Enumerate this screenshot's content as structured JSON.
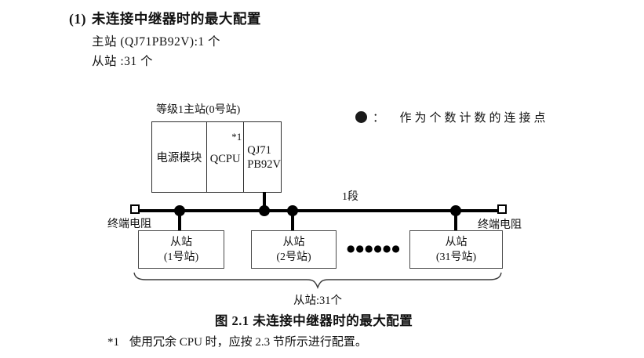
{
  "section": {
    "index": "(1)",
    "title": "未连接中继器时的最大配置",
    "master_line": "主站 (QJ71PB92V):1 个",
    "slave_line": "从站 :31 个"
  },
  "diagram": {
    "master_label": "等级1主站(0号站)",
    "master": {
      "power": "电源模块",
      "cpu": "QCPU",
      "cpu_note": "*1",
      "net1": "QJ71",
      "net2": "PB92V"
    },
    "legend_text": "：  作为个数计数的连接点",
    "segment_label": "1段",
    "terminator_left": "终端电阻",
    "terminator_right": "终端电阻",
    "slaves": [
      {
        "name": "从站",
        "station": "(1号站)"
      },
      {
        "name": "从站",
        "station": "(2号站)"
      },
      {
        "name": "从站",
        "station": "(31号站)"
      }
    ],
    "ellipsis": "●●●●●●",
    "brace_label": "从站:31个"
  },
  "caption": "图 2.1 未连接中继器时的最大配置",
  "footnote": {
    "ref": "*1",
    "text": "使用冗余 CPU 时，应按 2.3 节所示进行配置。"
  },
  "colors": {
    "line": "#000000",
    "master_border": "#2e2e2e",
    "slave_border": "#4a4a4a",
    "text": "#111111"
  }
}
